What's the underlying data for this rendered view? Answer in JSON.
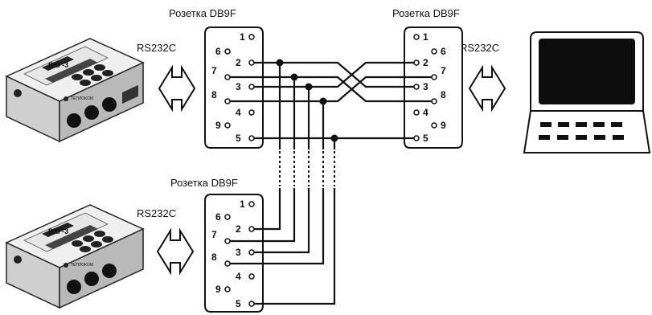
{
  "connectors": {
    "top_left_title": "Розетка DB9F",
    "top_right_title": "Розетка DB9F",
    "bottom_title": "Розетка DB9F"
  },
  "interfaces": {
    "top_left": "RS232C",
    "top_right": "RS232C",
    "bottom_left": "RS232C"
  },
  "devices": {
    "top": {
      "model": "ВКГ-3",
      "brand": "ТЕПЛОКОМ"
    },
    "bottom": {
      "model": "ВКГ-3",
      "brand": "ТЕПЛОКОМ"
    }
  },
  "pins": {
    "p1": "1",
    "p2": "2",
    "p3": "3",
    "p4": "4",
    "p5": "5",
    "p6": "6",
    "p7": "7",
    "p8": "8",
    "p9": "9"
  },
  "colors": {
    "line": "#111111",
    "screen": "#0d0d0d",
    "device_body": "#d9d9d9"
  }
}
